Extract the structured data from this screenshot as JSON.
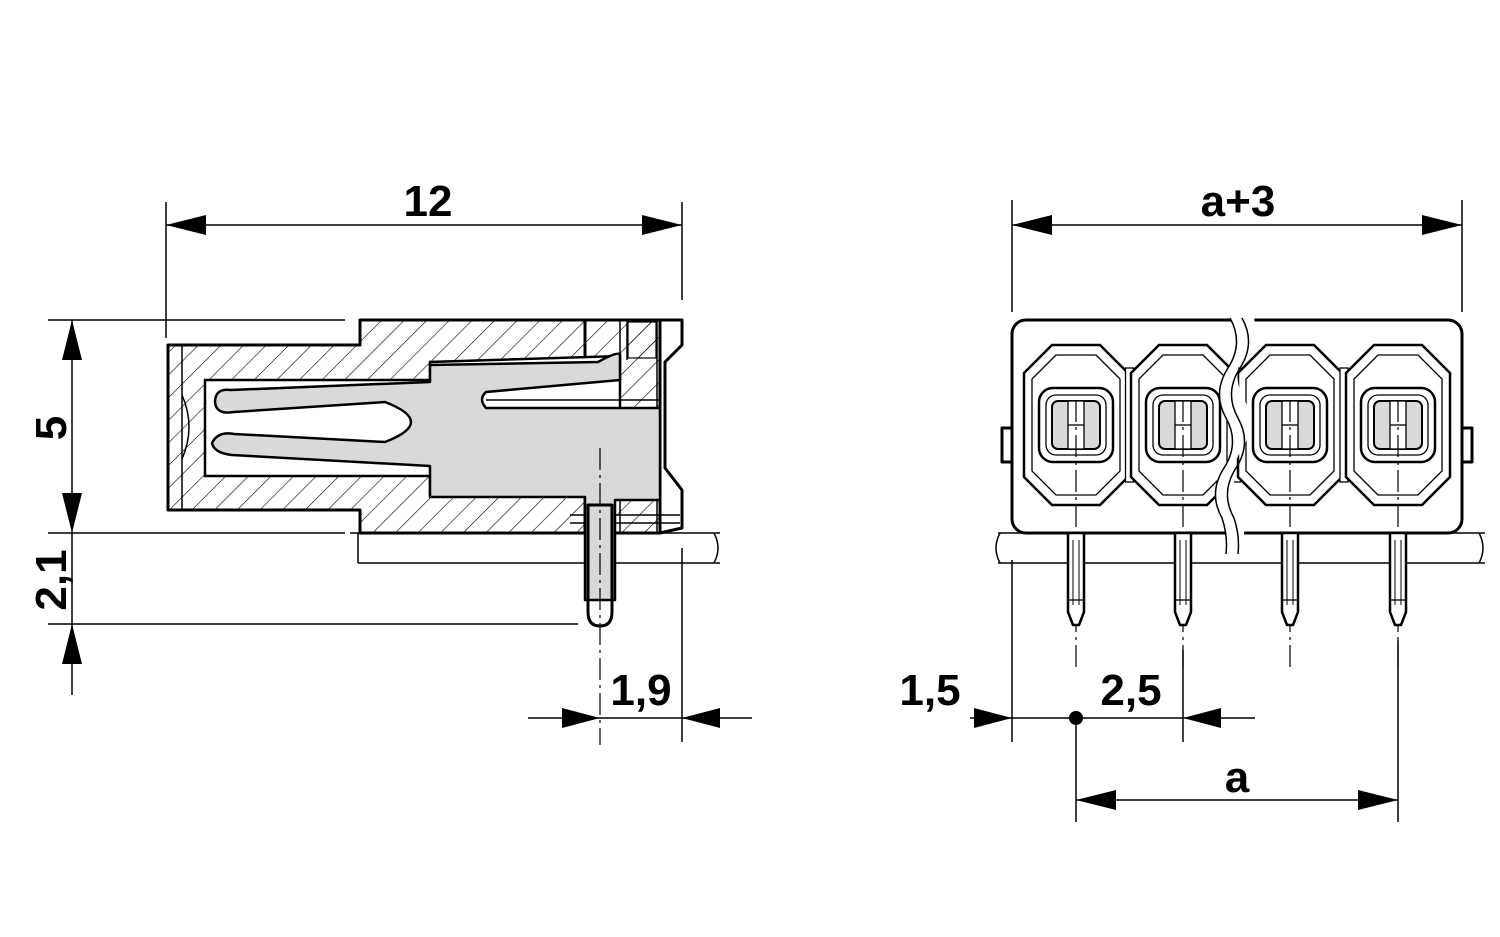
{
  "side_view": {
    "length_label": "12",
    "height_label": "5",
    "pin_length_label": "2,1",
    "pin_offset_label": "1,9"
  },
  "front_view": {
    "width_label": "a+3",
    "edge_label": "1,5",
    "pitch_label": "2,5",
    "span_label": "a"
  },
  "colors": {
    "line": "#000000",
    "contact_fill": "#d9d9d9",
    "background": "#ffffff"
  }
}
